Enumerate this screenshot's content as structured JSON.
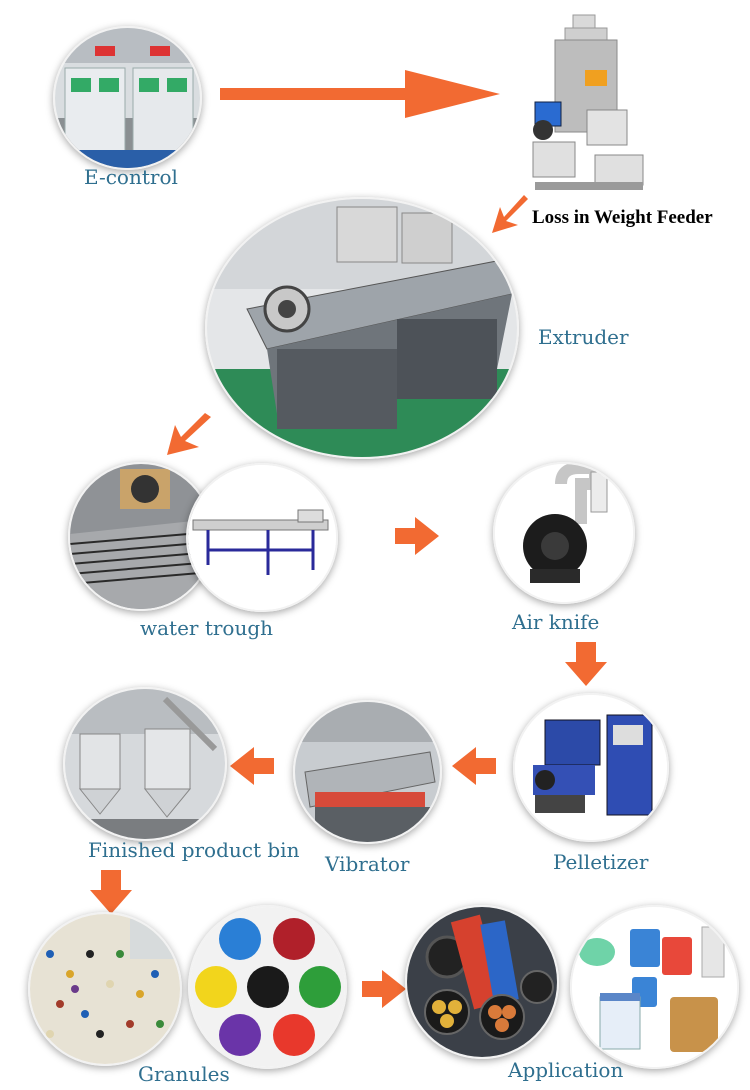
{
  "colors": {
    "arrow": "#f26a32",
    "label": "#2f6f8f",
    "label_dark": "#000000"
  },
  "stages": {
    "econtrol": "E-control",
    "feeder": "Loss in Weight Feeder",
    "extruder": "Extruder",
    "water_trough": "water trough",
    "air_knife": "Air  knife",
    "pelletizer": "Pelletizer",
    "vibrator": "Vibrator",
    "product_bin": "Finished product bin",
    "granules": "Granules",
    "application": "Application"
  }
}
